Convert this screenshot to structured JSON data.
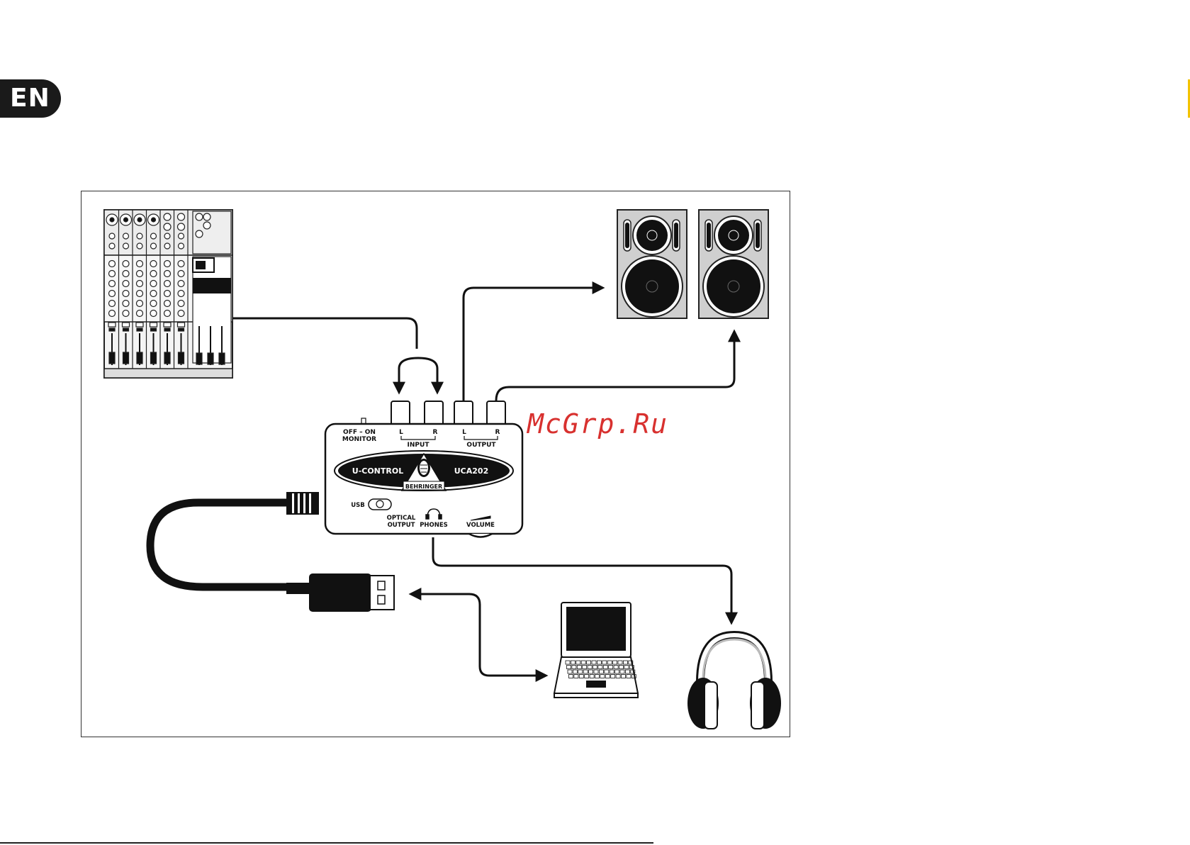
{
  "page": {
    "language_tab": "EN",
    "watermark": "McGrp.Ru",
    "colors": {
      "accent_edge": "#f3c300",
      "watermark": "#d8312f",
      "ink": "#1a1a1a"
    }
  },
  "device": {
    "brand_left": "U-CONTROL",
    "brand_right": "UCA202",
    "logo": "BEHRINGER",
    "monitor_switch": "OFF – ON",
    "monitor_label": "MONITOR",
    "input_l": "L",
    "input_r": "R",
    "input_label": "INPUT",
    "output_l": "L",
    "output_r": "R",
    "output_label": "OUTPUT",
    "usb_label": "USB",
    "optical_line1": "OPTICAL",
    "optical_line2": "OUTPUT",
    "phones_label": "PHONES",
    "volume_label": "VOLUME"
  },
  "components": {
    "mixer": "mixer-icon",
    "speakers": "studio-monitor-icon",
    "laptop": "laptop-icon",
    "headphones": "headphones-icon",
    "usb_plug": "usb-plug-icon"
  }
}
